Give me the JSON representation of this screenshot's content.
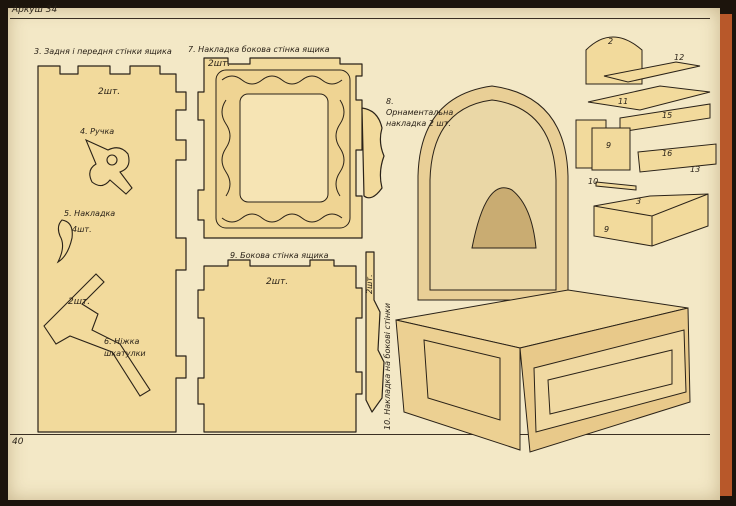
{
  "sheet": {
    "header": "Аркуш 34",
    "page_number": "40"
  },
  "parts": {
    "p3": "3. Задня і передня стінки ящика",
    "p3_qty": "2шт.",
    "p4": "4. Ручка",
    "p5": "5. Накладка",
    "p5_qty": "4шт.",
    "p6_qty": "2шт.",
    "p6": "6. Ніжка шкатулки",
    "p7": "7. Накладка  бокова стінка  ящика",
    "p7_qty": "2шт.",
    "p8": "8. Орнаментальна накладка  2 шт.",
    "p9": "9. Бокова стінка ящика",
    "p9_qty": "2шт.",
    "p10_qty": "2шт.",
    "p10": "10. Накладка на бокові стінки"
  },
  "assembly_callouts": [
    "2",
    "12",
    "11",
    "15",
    "9",
    "16",
    "13",
    "10",
    "3",
    "9"
  ],
  "colors": {
    "paper": "#f3e8c6",
    "ink": "#2a2218",
    "wood": "#f2da9c",
    "binding": "#b8582a"
  }
}
